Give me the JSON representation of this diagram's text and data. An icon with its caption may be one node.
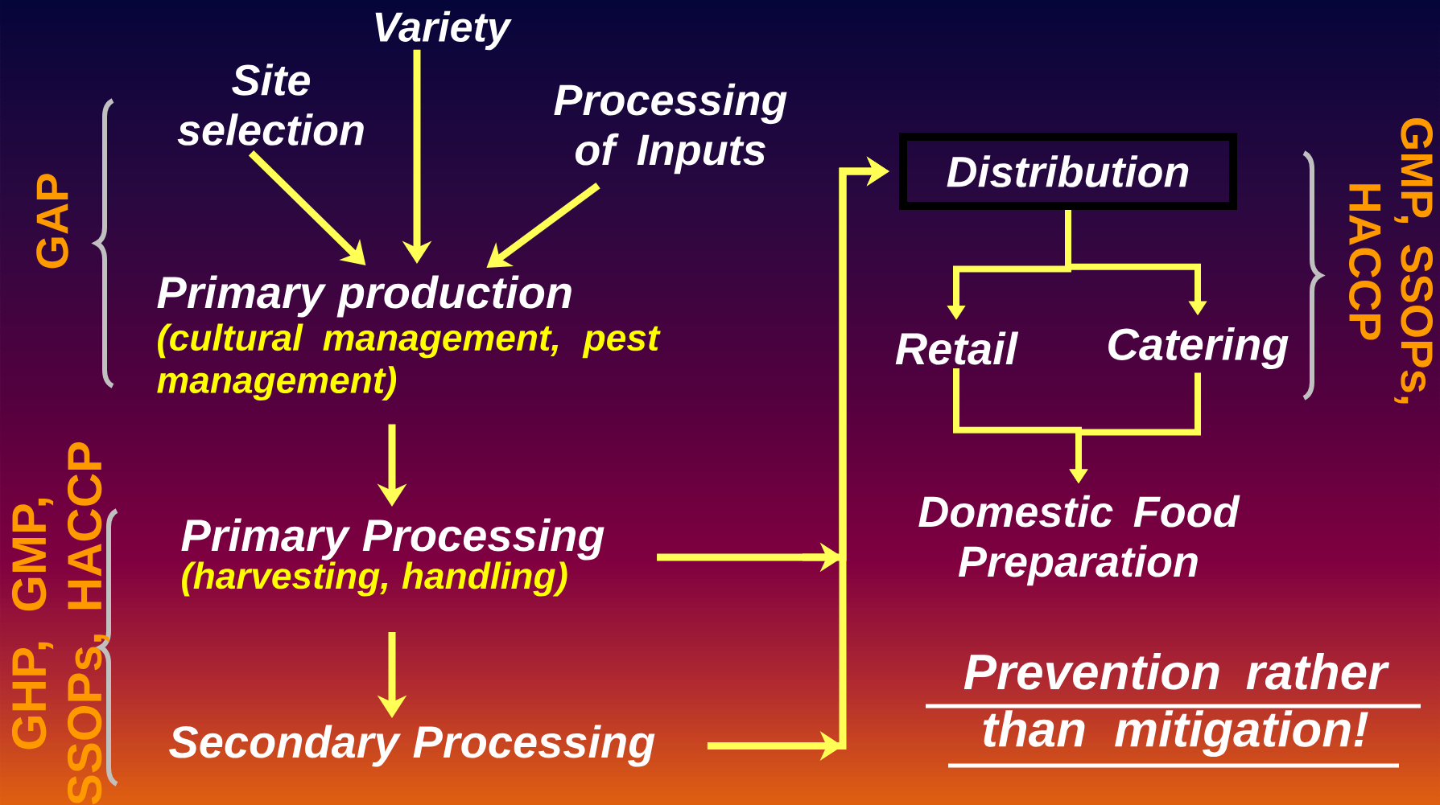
{
  "diagram": {
    "nodes": [
      {
        "text": [
          "Variety"
        ]
      },
      {
        "text": [
          "Site selection"
        ]
      },
      {
        "text": [
          "Processing of Inputs"
        ]
      },
      {
        "text": [
          "Primary production",
          "(cultural management, pest management)"
        ]
      },
      {
        "text": [
          "Primary Processing",
          "(harvesting, handling)"
        ]
      },
      {
        "text": [
          "Secondary Processing"
        ]
      },
      {
        "text": [
          "Distribution"
        ]
      },
      {
        "text": [
          "Retail"
        ]
      },
      {
        "text": [
          "Catering"
        ]
      },
      {
        "text": [
          "Domestic Food Preparation"
        ]
      }
    ],
    "edges": [
      {
        "from": 0,
        "to": 3,
        "arrow": "to"
      },
      {
        "from": 1,
        "to": 3,
        "arrow": "to"
      },
      {
        "from": 2,
        "to": 3,
        "arrow": "to"
      },
      {
        "from": 3,
        "to": 4,
        "arrow": "to"
      },
      {
        "from": 4,
        "to": 5,
        "arrow": "to"
      },
      {
        "from": 4,
        "to": 6,
        "arrow": "to"
      },
      {
        "from": 5,
        "to": 6,
        "arrow": "to"
      },
      {
        "from": 6,
        "to": 7,
        "arrow": "to"
      },
      {
        "from": 6,
        "to": 8,
        "arrow": "to"
      },
      {
        "from": 7,
        "to": 9,
        "arrow": "to"
      },
      {
        "from": 8,
        "to": 9,
        "arrow": "to"
      }
    ],
    "labels": [
      "GAP",
      "GMP, SSOPs, HACCP",
      "GHP, GMP, SSOPs, HACCP",
      "Prevention rather than mitigation!"
    ]
  }
}
